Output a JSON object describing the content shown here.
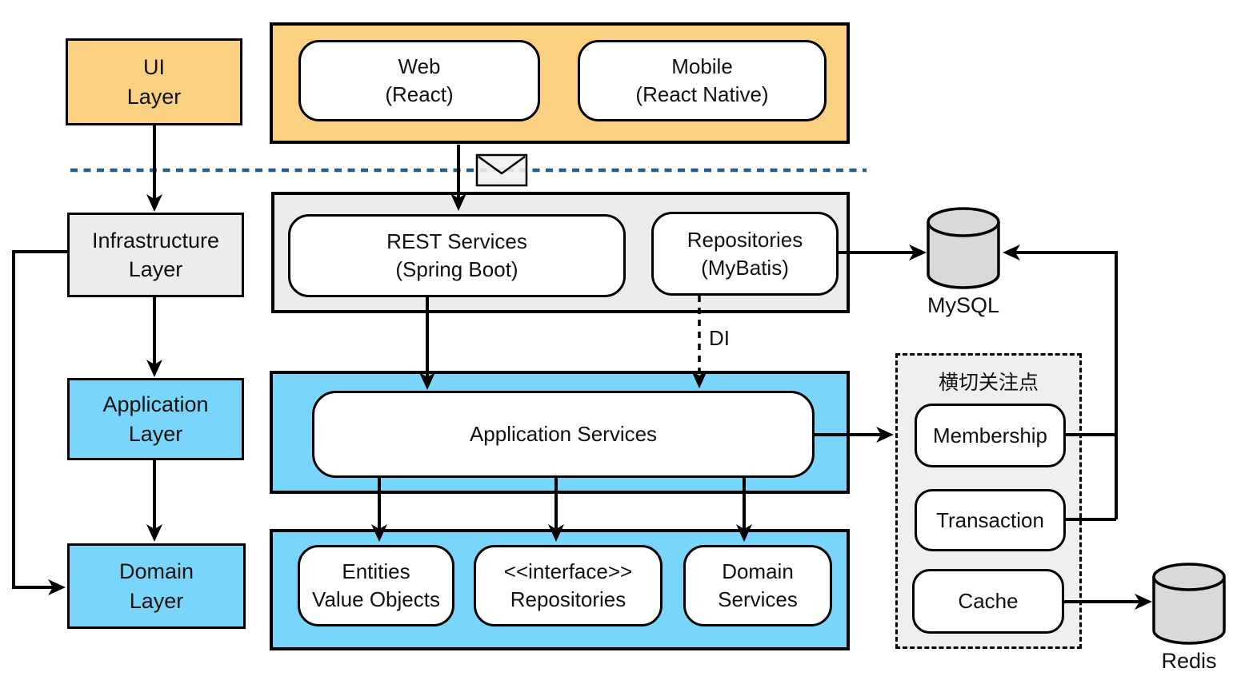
{
  "colors": {
    "orange": "#FAD180",
    "blue": "#79D5F9",
    "panel": "#ECECEC",
    "separator": "#22608F",
    "cylinder": "#D9D9D9"
  },
  "left_layers": {
    "ui": "UI\nLayer",
    "infrastructure": "Infrastructure\nLayer",
    "application": "Application\nLayer",
    "domain": "Domain\nLayer"
  },
  "client_tier": {
    "web": "Web\n(React)",
    "mobile": "Mobile\n(React Native)"
  },
  "service_tier": {
    "rest": "REST Services\n(Spring Boot)",
    "repositories": "Repositories\n(MyBatis)"
  },
  "application_tier": {
    "services": "Application Services"
  },
  "domain_tier": {
    "entities": "Entities\nValue Objects",
    "repository_interfaces": "<<interface>>\nRepositories",
    "services": "Domain\nServices"
  },
  "cross_cutting": {
    "title": "横切关注点",
    "membership": "Membership",
    "transaction": "Transaction",
    "cache": "Cache"
  },
  "datastores": {
    "mysql": "MySQL",
    "redis": "Redis"
  },
  "labels": {
    "di": "DI"
  }
}
